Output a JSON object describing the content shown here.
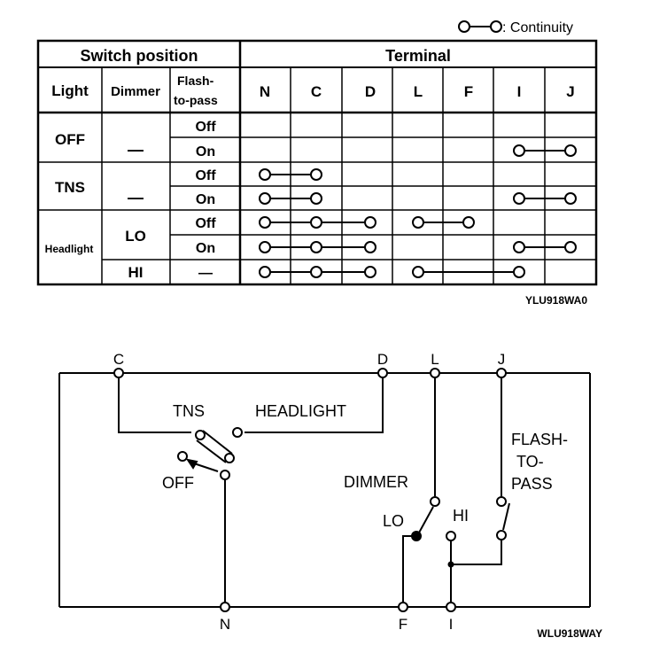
{
  "legend": {
    "text": ": Continuity"
  },
  "table": {
    "group_headers": {
      "switch_position": "Switch position",
      "terminal": "Terminal"
    },
    "column_headers": {
      "light": "Light",
      "dimmer": "Dimmer",
      "flash_line1": "Flash-",
      "flash_line2": "to-pass",
      "terminals": [
        "N",
        "C",
        "D",
        "L",
        "F",
        "I",
        "J"
      ]
    },
    "light_values": [
      "OFF",
      "TNS",
      "Headlight"
    ],
    "dimmer_values": [
      "—",
      "—",
      "LO",
      "HI"
    ],
    "flash_values": [
      "Off",
      "On",
      "Off",
      "On",
      "Off",
      "On",
      "—"
    ],
    "continuity_rows": [
      [],
      [
        [
          "I",
          "J"
        ]
      ],
      [
        [
          "N",
          "C"
        ]
      ],
      [
        [
          "N",
          "C"
        ],
        [
          "I",
          "J"
        ]
      ],
      [
        [
          "N",
          "C",
          "D"
        ],
        [
          "L",
          "F"
        ]
      ],
      [
        [
          "N",
          "C",
          "D"
        ],
        [
          "I",
          "J"
        ]
      ],
      [
        [
          "N",
          "C",
          "D"
        ],
        [
          "L",
          "I"
        ]
      ]
    ],
    "figure_code": "YLU918WA0"
  },
  "diagram": {
    "terminal_labels": {
      "C": "C",
      "D": "D",
      "L": "L",
      "J": "J",
      "N": "N",
      "F": "F",
      "I": "I"
    },
    "labels": {
      "tns": "TNS",
      "headlight": "HEADLIGHT",
      "off": "OFF",
      "dimmer": "DIMMER",
      "lo": "LO",
      "hi": "HI",
      "flash1": "FLASH-",
      "flash2": "TO-",
      "flash3": "PASS"
    },
    "figure_code": "WLU918WAY"
  }
}
